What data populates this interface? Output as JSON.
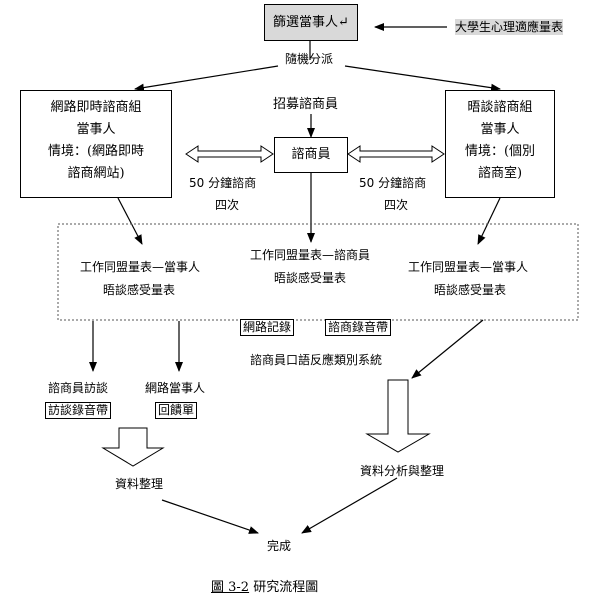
{
  "top": {
    "screen_box": "篩選當事人↵",
    "scale_label": "大學生心理適應量表",
    "random_label": "隨機分派"
  },
  "left_group": {
    "line1": "網路即時諮商組",
    "line2": "當事人",
    "line3": "情境：(網路即時",
    "line4": "諮商網站)"
  },
  "right_group": {
    "line1": "晤談諮商組",
    "line2": "當事人",
    "line3": "情境：(個別",
    "line4": "諮商室)"
  },
  "center": {
    "recruit_label": "招募諮商員",
    "counselor_box": "諮商員",
    "left_sessions_1": "50 分鐘諮商",
    "left_sessions_2": "四次",
    "right_sessions_1": "50 分鐘諮商",
    "right_sessions_2": "四次"
  },
  "measures": {
    "left_1": "工作同盟量表—當事人",
    "left_2": "晤談感受量表",
    "mid_1": "工作同盟量表—諮商員",
    "mid_2": "晤談感受量表",
    "right_1": "工作同盟量表—當事人",
    "right_2": "晤談感受量表",
    "web_record": "網路記錄",
    "tape_record": "諮商錄音帶",
    "verbal_system": "諮商員口語反應類別系統"
  },
  "bottom": {
    "interview_label": "諮商員訪談",
    "interview_tape": "訪談錄音帶",
    "online_client": "網路當事人",
    "feedback": "回饋單",
    "data_organize": "資料整理",
    "analysis": "資料分析與整理",
    "done": "完成",
    "caption_num": "圖 3-2",
    "caption_text": " 研究流程圖"
  }
}
